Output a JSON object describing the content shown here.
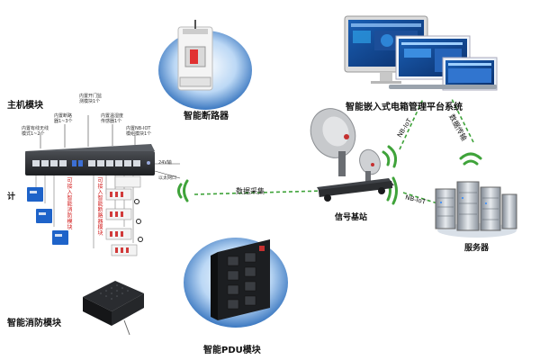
{
  "labels": {
    "breaker": "智能断路器",
    "platform": "智能嵌入式电箱管理平台系统",
    "host": "主机模块",
    "data_collection": "数据采集",
    "nbiot_top": "NB-IoT",
    "nbiot_bottom": "NB-IoT",
    "data_transfer": "数据传输",
    "base_station": "信号基站",
    "server": "服务器",
    "fire": "智能消防模块",
    "pdu": "智能PDU模块",
    "meter_short": "计",
    "annot_24v": "24V输",
    "annot_485": "以太网口"
  },
  "callouts": [
    "内置有线无线\n模式1~2个",
    "内置断路\n器1~3个",
    "内置开门监\n测模块1个",
    "内置温湿度\n传感器1个",
    "内置NB-IOT\n模组模块1个"
  ],
  "red_notes": [
    "可接入智能消防模块",
    "可接入智能断路器模块"
  ],
  "colors": {
    "signal": "#3fa33a",
    "blue_blob": "#2f79c9",
    "red_note": "#d21a1a"
  }
}
